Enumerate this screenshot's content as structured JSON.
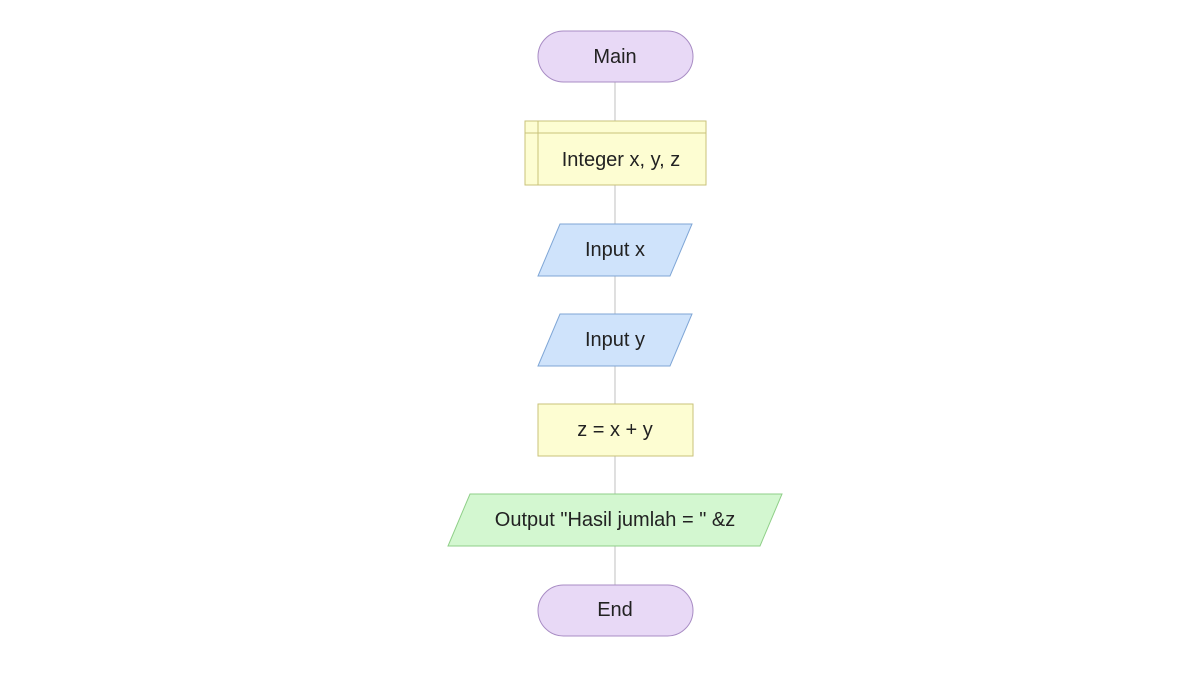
{
  "flowchart": {
    "nodes": [
      {
        "id": "main",
        "type": "terminal",
        "label": "Main"
      },
      {
        "id": "declare",
        "type": "declare",
        "label": "Integer x, y, z"
      },
      {
        "id": "input-x",
        "type": "input",
        "label": "Input x"
      },
      {
        "id": "input-y",
        "type": "input",
        "label": "Input y"
      },
      {
        "id": "assign",
        "type": "assign",
        "label": "z = x + y"
      },
      {
        "id": "output",
        "type": "output",
        "label": "Output \"Hasil jumlah = \" &z"
      },
      {
        "id": "end",
        "type": "terminal",
        "label": "End"
      }
    ],
    "edges": [
      {
        "from": "main",
        "to": "declare"
      },
      {
        "from": "declare",
        "to": "input-x"
      },
      {
        "from": "input-x",
        "to": "input-y"
      },
      {
        "from": "input-y",
        "to": "assign"
      },
      {
        "from": "assign",
        "to": "output"
      },
      {
        "from": "output",
        "to": "end"
      }
    ],
    "colors": {
      "terminal_fill": "#e8d9f6",
      "terminal_stroke": "#a88cc4",
      "declare_fill": "#fdfdd2",
      "declare_stroke": "#c9c27a",
      "input_fill": "#cfe3fb",
      "input_stroke": "#7fa6d6",
      "assign_fill": "#fdfdd2",
      "assign_stroke": "#c9c27a",
      "output_fill": "#d3f7d0",
      "output_stroke": "#8fcf88",
      "connector": "#b0b0b0"
    }
  }
}
